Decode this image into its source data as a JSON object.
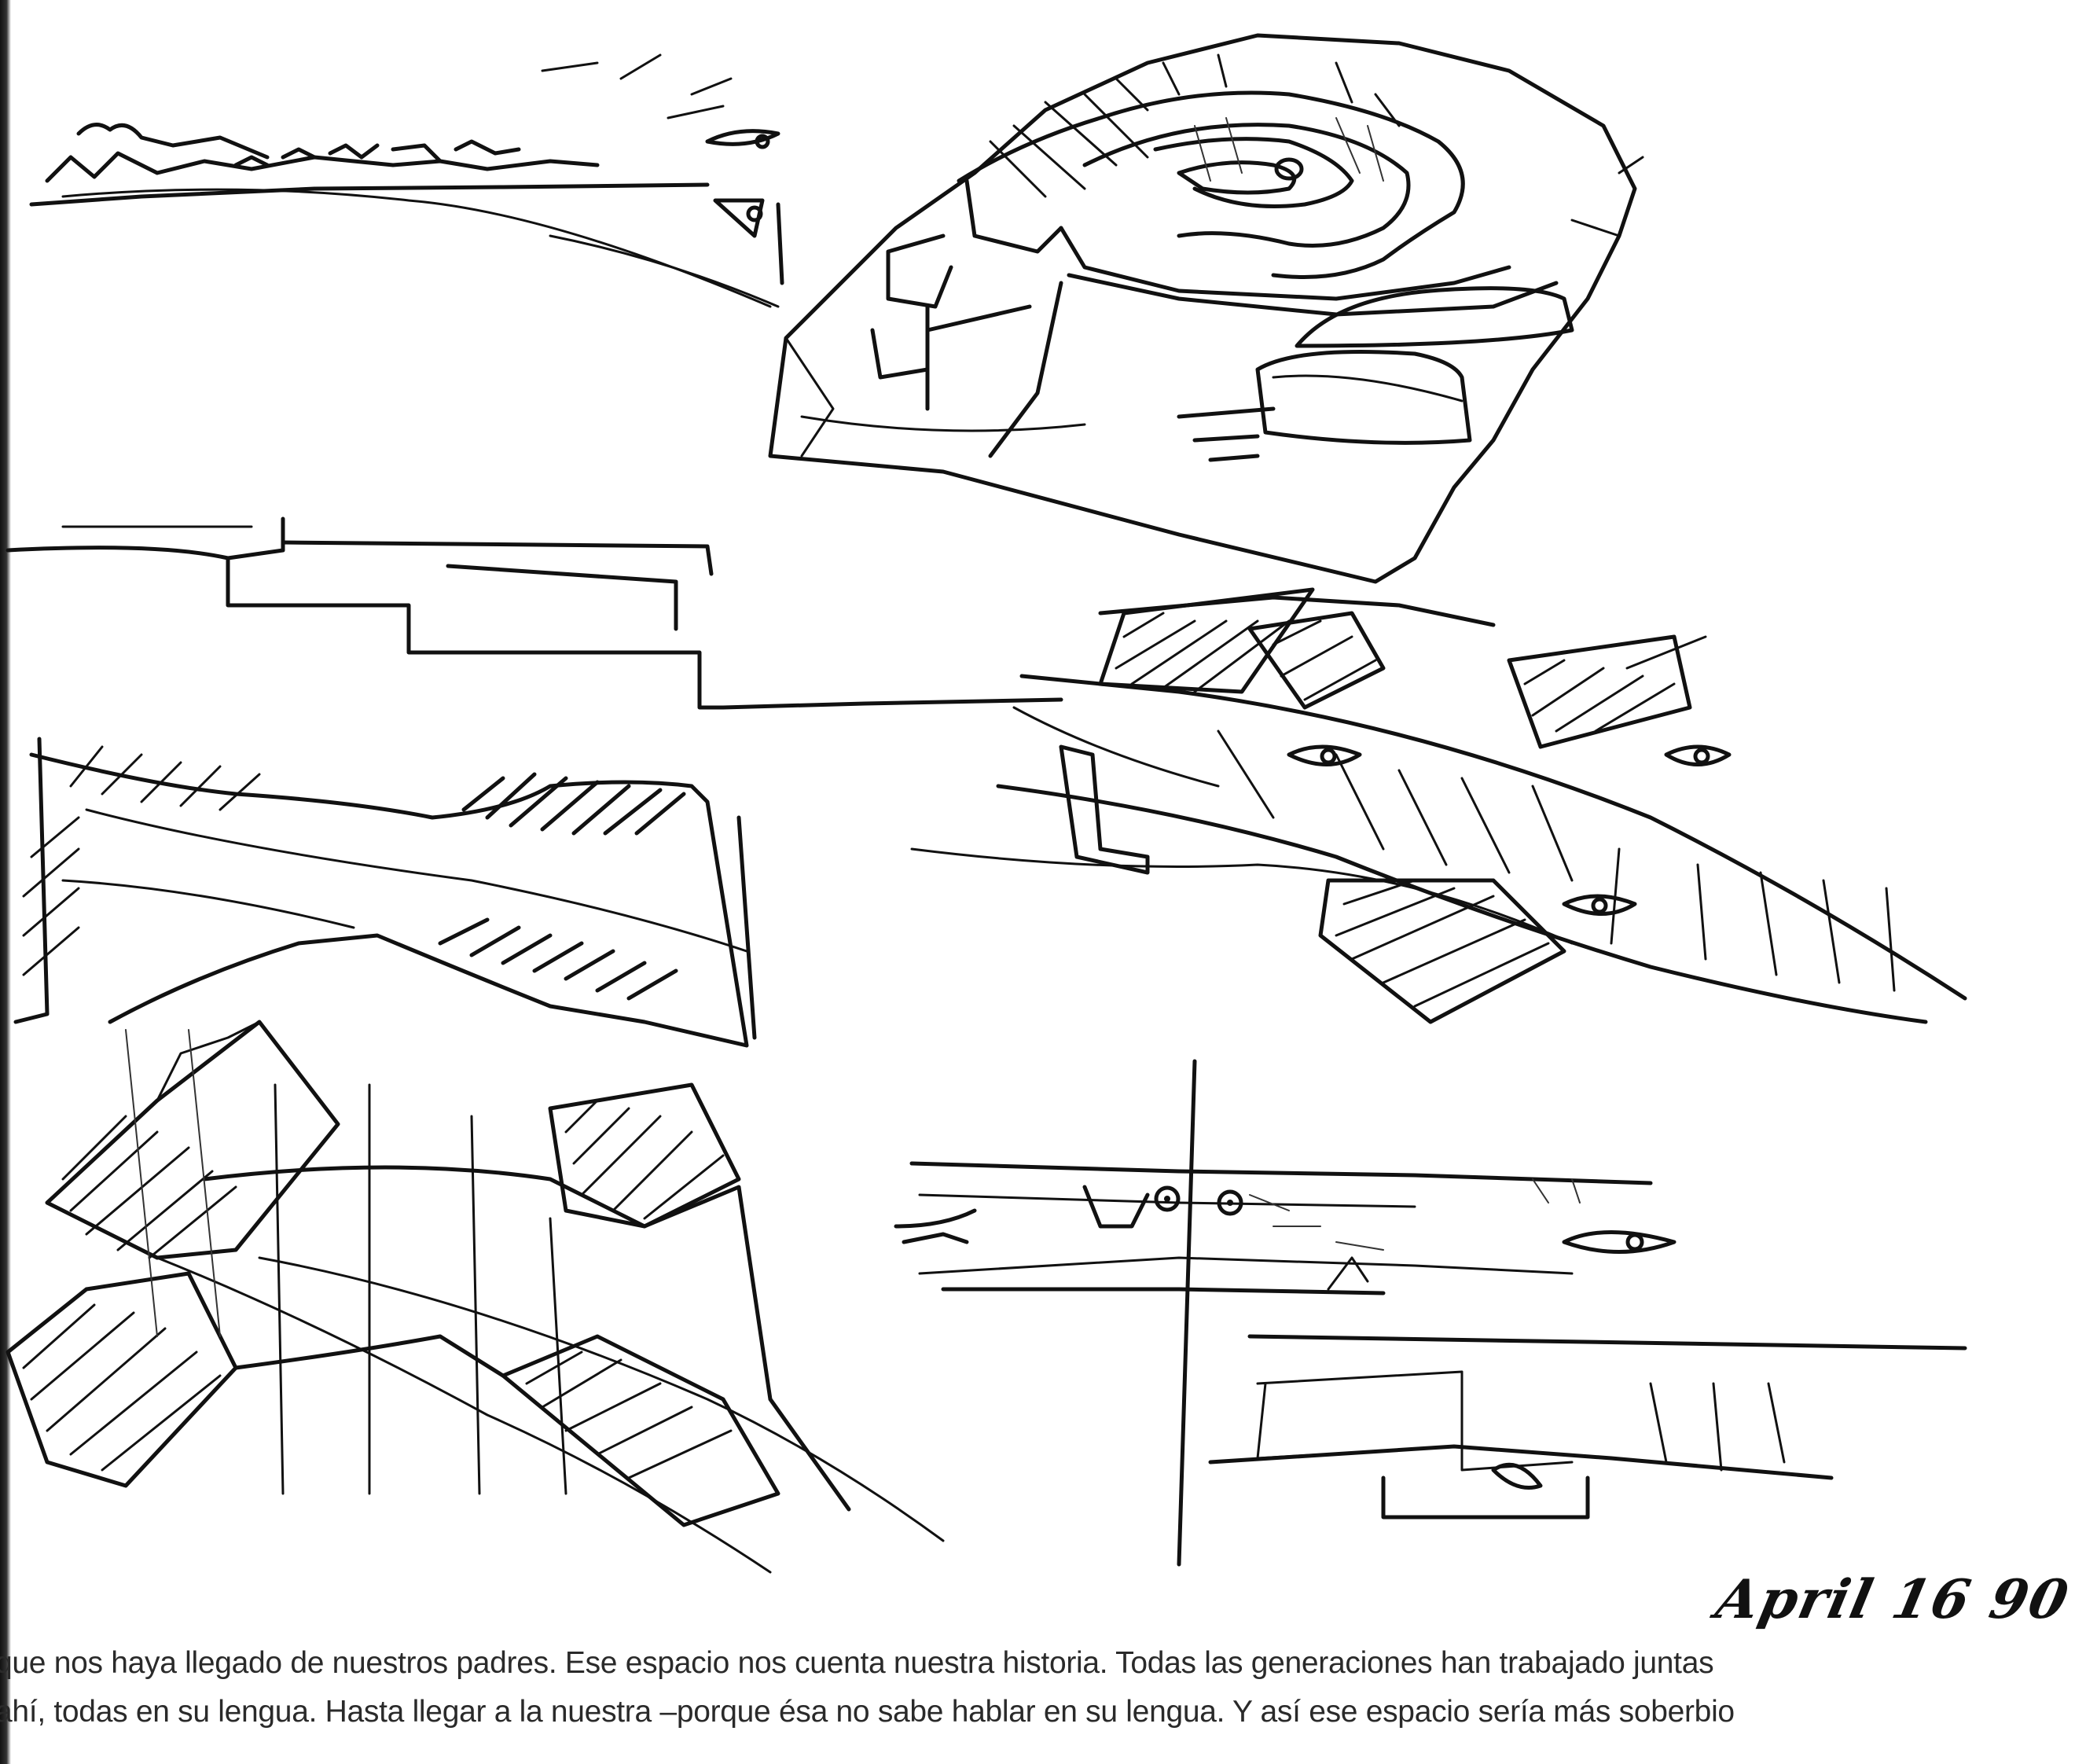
{
  "signature": {
    "text": "April 16 90"
  },
  "caption": {
    "lines": [
      "que nos haya llegado de nuestros padres. Ese espacio nos cuenta nuestra historia. Todas las generaciones han trabajado juntas",
      "ahí, todas en su lengua. Hasta llegar a la nuestra –porque ésa no sabe hablar en su lengua. Y así ese espacio sería más soberbio"
    ]
  },
  "colors": {
    "ink": "#111111",
    "text": "#2a2a2a",
    "paper": "#ffffff"
  }
}
